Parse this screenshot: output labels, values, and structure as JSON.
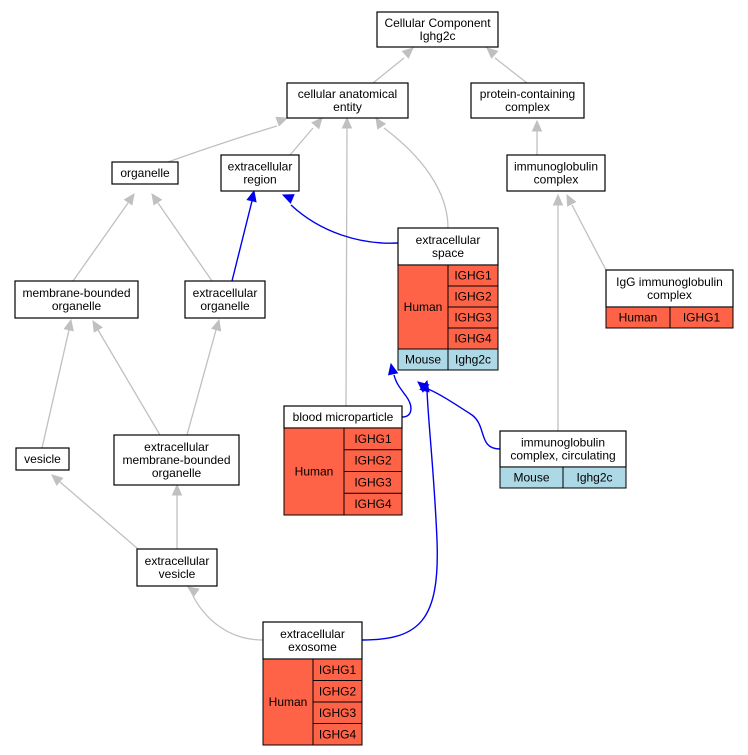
{
  "colors": {
    "human": "#ff6347",
    "mouse": "#add8e6",
    "edge_gray": "#c0c0c0",
    "edge_blue": "#0000ee"
  },
  "nodes": {
    "root": {
      "label": [
        "Cellular Component",
        "Ighg2c"
      ]
    },
    "cellular_anatomical_entity": {
      "label": [
        "cellular anatomical",
        "entity"
      ]
    },
    "protein_containing_complex": {
      "label": [
        "protein-containing",
        "complex"
      ]
    },
    "organelle": {
      "label": [
        "organelle"
      ]
    },
    "extracellular_region": {
      "label": [
        "extracellular",
        "region"
      ]
    },
    "immunoglobulin_complex": {
      "label": [
        "immunoglobulin",
        "complex"
      ]
    },
    "extracellular_space": {
      "label": [
        "extracellular",
        "space"
      ],
      "human_label": "Human",
      "human_genes": [
        "IGHG1",
        "IGHG2",
        "IGHG3",
        "IGHG4"
      ],
      "mouse_label": "Mouse",
      "mouse_genes": [
        "Ighg2c"
      ]
    },
    "igg_immunoglobulin_complex": {
      "label": [
        "IgG immunoglobulin",
        "complex"
      ],
      "human_label": "Human",
      "human_genes": [
        "IGHG1"
      ]
    },
    "membrane_bounded_organelle": {
      "label": [
        "membrane-bounded",
        "organelle"
      ]
    },
    "extracellular_organelle": {
      "label": [
        "extracellular",
        "organelle"
      ]
    },
    "blood_microparticle": {
      "label": [
        "blood microparticle"
      ],
      "human_label": "Human",
      "human_genes": [
        "IGHG1",
        "IGHG2",
        "IGHG3",
        "IGHG4"
      ]
    },
    "immunoglobulin_complex_circulating": {
      "label": [
        "immunoglobulin",
        "complex, circulating"
      ],
      "mouse_label": "Mouse",
      "mouse_genes": [
        "Ighg2c"
      ]
    },
    "vesicle": {
      "label": [
        "vesicle"
      ]
    },
    "extracellular_membrane_bounded_organelle": {
      "label": [
        "extracellular",
        "membrane-bounded",
        "organelle"
      ]
    },
    "extracellular_vesicle": {
      "label": [
        "extracellular",
        "vesicle"
      ]
    },
    "extracellular_exosome": {
      "label": [
        "extracellular",
        "exosome"
      ],
      "human_label": "Human",
      "human_genes": [
        "IGHG1",
        "IGHG2",
        "IGHG3",
        "IGHG4"
      ]
    }
  }
}
